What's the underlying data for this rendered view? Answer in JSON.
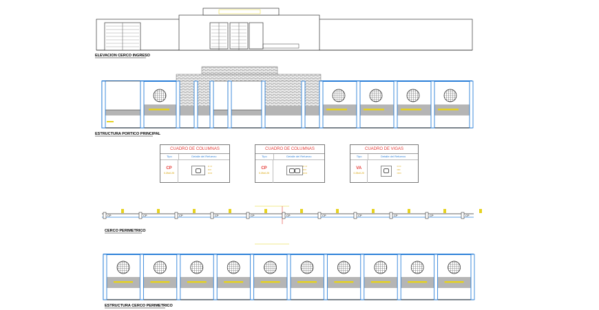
{
  "labels": {
    "elevation": "ELEVACION CERCO INGRESO",
    "main_portico": "ESTRUCTURA PORTICO PRINCIPAL",
    "perimeter_plan": "CERCO PERIMETRICO",
    "perimeter_structure": "ESTRUCTURA CERCO PERIMETRICO"
  },
  "tables": [
    {
      "title": "CUADRO DE COLUMNAS",
      "col_type": "Tipo",
      "col_detail": "Detalle del Refuerzo",
      "code": "CP",
      "code_sub": "0.25x0.25",
      "shape": "rect"
    },
    {
      "title": "CUADRO DE COLUMNAS",
      "col_type": "Tipo",
      "col_detail": "Detalle del Refuerzo",
      "code": "CP",
      "code_sub": "0.25x0.25",
      "shape": "wide"
    },
    {
      "title": "CUADRO DE VIGAS",
      "col_type": "Tipo",
      "col_detail": "Detalle del Refuerzo",
      "code": "VA",
      "code_sub": "0.25x0.20",
      "shape": "rect"
    }
  ],
  "plan_column_tag": "CP",
  "colors": {
    "structure_blue": "#2a7fd8",
    "accent_red": "#e53935",
    "accent_yellow": "#e6d21f",
    "floor_gray": "#b5b5b5"
  }
}
